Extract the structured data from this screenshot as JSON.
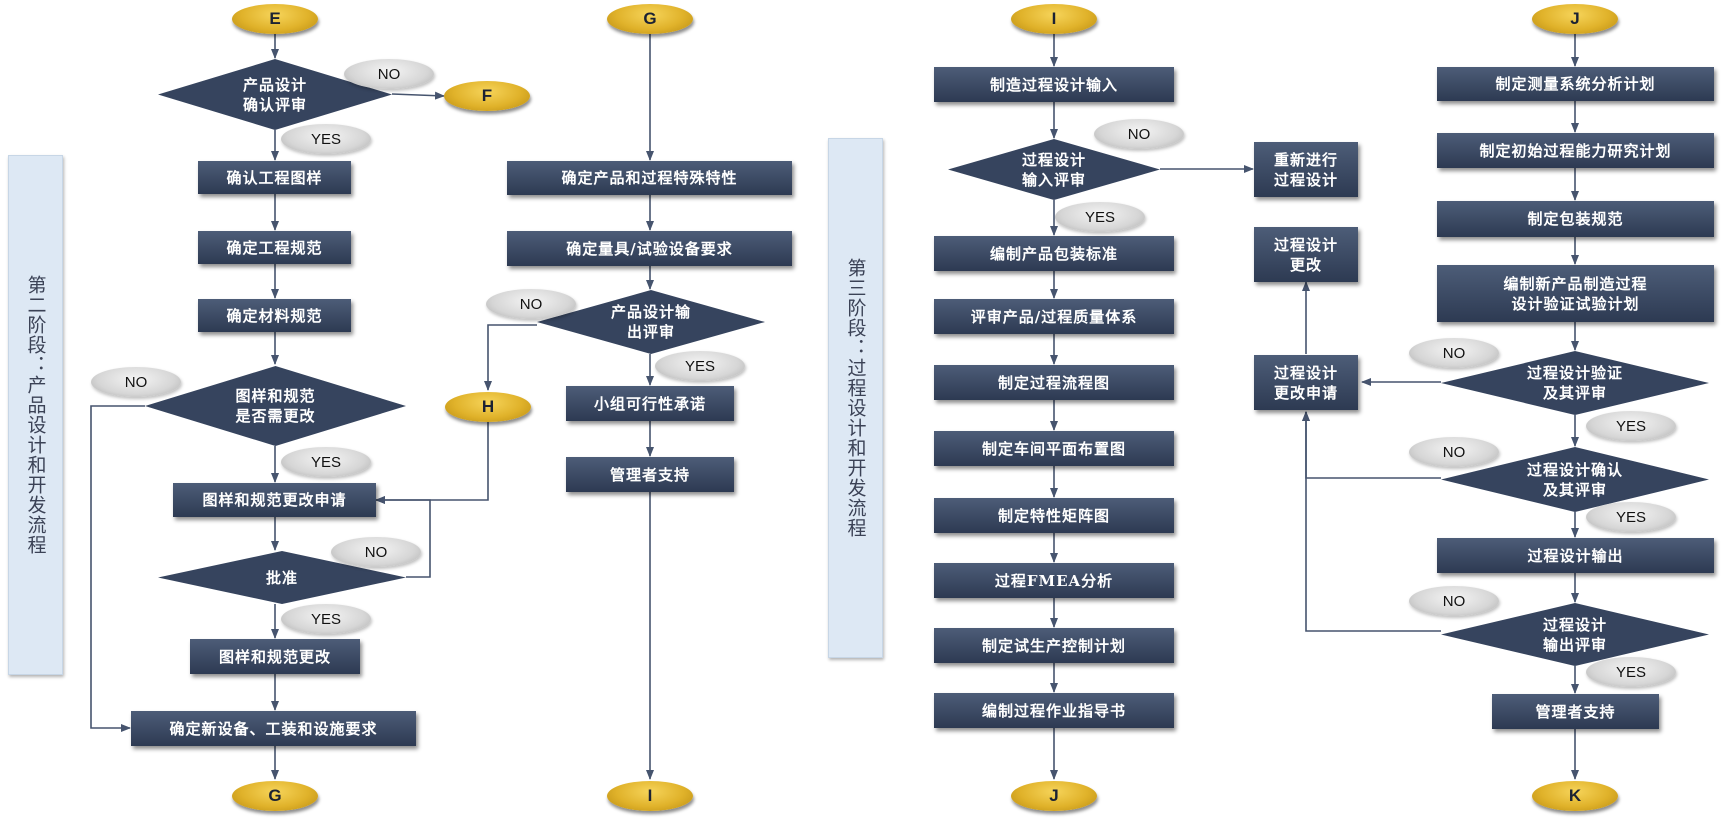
{
  "colors": {
    "box_fill": "#36445e",
    "connector_fill": "#e2b52b",
    "yes_no_fill": "#d4d4d4",
    "arrow": "#46546e",
    "stage_panel": "#dde8f4"
  },
  "stage_labels": {
    "stage2": "第二阶段：产品设计和开发流程",
    "stage3": "第三阶段：过程设计和开发流程"
  },
  "connectors": {
    "E": "E",
    "F": "F",
    "G_top": "G",
    "G_bottom": "G",
    "H": "H",
    "I_top": "I",
    "I_bottom": "I",
    "J_top": "J",
    "J_bottom": "J",
    "K": "K"
  },
  "col1": {
    "review_confirm": "产品设计\n确认评审",
    "confirm_drawings": "确认工程图样",
    "eng_spec": "确定工程规范",
    "material_spec": "确定材料规范",
    "need_change": "图样和规范\n是否需更改",
    "change_request": "图样和规范更改申请",
    "approve": "批准",
    "change": "图样和规范更改",
    "equipment_req": "确定新设备、工装和设施要求"
  },
  "col2": {
    "special_chars": "确定产品和过程特殊特性",
    "gauge_req": "确定量具/试验设备要求",
    "output_review": "产品设计输\n出评审",
    "feasibility": "小组可行性承诺",
    "mgmt_support": "管理者支持"
  },
  "col3": {
    "process_input": "制造过程设计输入",
    "input_review": "过程设计\n输入评审",
    "redesign": "重新进行\n过程设计",
    "design_change": "过程设计\n更改",
    "change_request": "过程设计\n更改申请",
    "packaging_std": "编制产品包装标准",
    "qms_review": "评审产品/过程质量体系",
    "flowchart": "制定过程流程图",
    "floor_plan": "制定车间平面布置图",
    "char_matrix": "制定特性矩阵图",
    "pfmea": "过程FMEA分析",
    "control_plan": "制定试生产控制计划",
    "work_instr": "编制过程作业指导书"
  },
  "col4": {
    "msa_plan": "制定测量系统分析计划",
    "capability_plan": "制定初始过程能力研究计划",
    "packaging_spec": "制定包装规范",
    "validation_plan": "编制新产品制造过程\n设计验证试验计划",
    "validation_review": "过程设计验证\n及其评审",
    "confirm_review": "过程设计确认\n及其评审",
    "design_output": "过程设计输出",
    "output_review": "过程设计\n输出评审",
    "mgmt_support": "管理者支持"
  },
  "decision_tags": {
    "c1_no_review": "NO",
    "c1_yes_review": "YES",
    "c1_no_change": "NO",
    "c1_yes_change": "YES",
    "c1_no_approve": "NO",
    "c1_yes_approve": "YES",
    "c2_no_output": "NO",
    "c2_yes_output": "YES",
    "c3_no_input": "NO",
    "c3_yes_input": "YES",
    "c4_no_validation": "NO",
    "c4_yes_validation": "YES",
    "c4_no_confirm": "NO",
    "c4_yes_confirm": "YES",
    "c4_no_output": "NO",
    "c4_yes_output": "YES"
  }
}
